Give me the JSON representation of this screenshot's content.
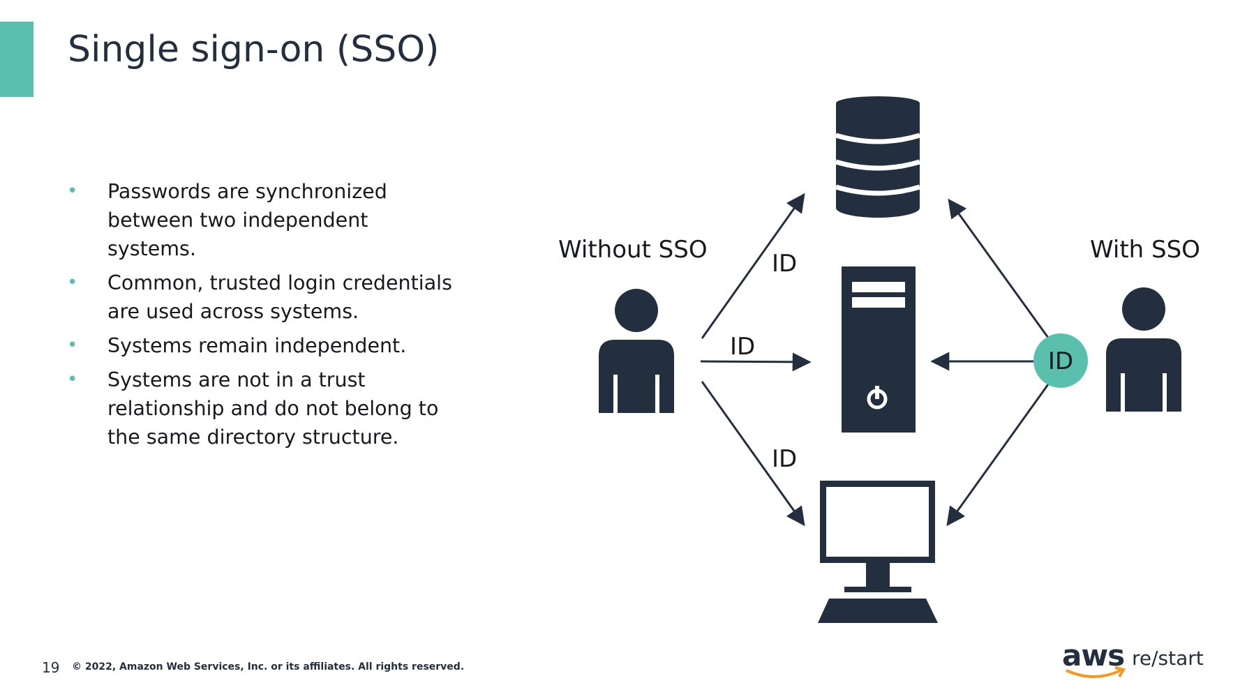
{
  "title": "Single sign-on (SSO)",
  "bullets": [
    "Passwords are synchronized between two independent systems.",
    "Common, trusted login credentials are used across systems.",
    "Systems remain independent.",
    "Systems are not in a trust relationship and do not belong to the same directory structure."
  ],
  "diagram": {
    "without_sso_label": "Without SSO",
    "with_sso_label": "With SSO",
    "id_label_top": "ID",
    "id_label_middle": "ID",
    "id_label_bottom": "ID",
    "id_badge": "ID"
  },
  "footer": {
    "page_number": "19",
    "copyright": "© 2022, Amazon Web Services, Inc. or its affiliates. All rights reserved."
  },
  "logo": {
    "aws": "aws",
    "restart": "re/start"
  },
  "colors": {
    "accent": "#5bbfae",
    "dark": "#232f3e",
    "logo_smile": "#f7981d"
  }
}
